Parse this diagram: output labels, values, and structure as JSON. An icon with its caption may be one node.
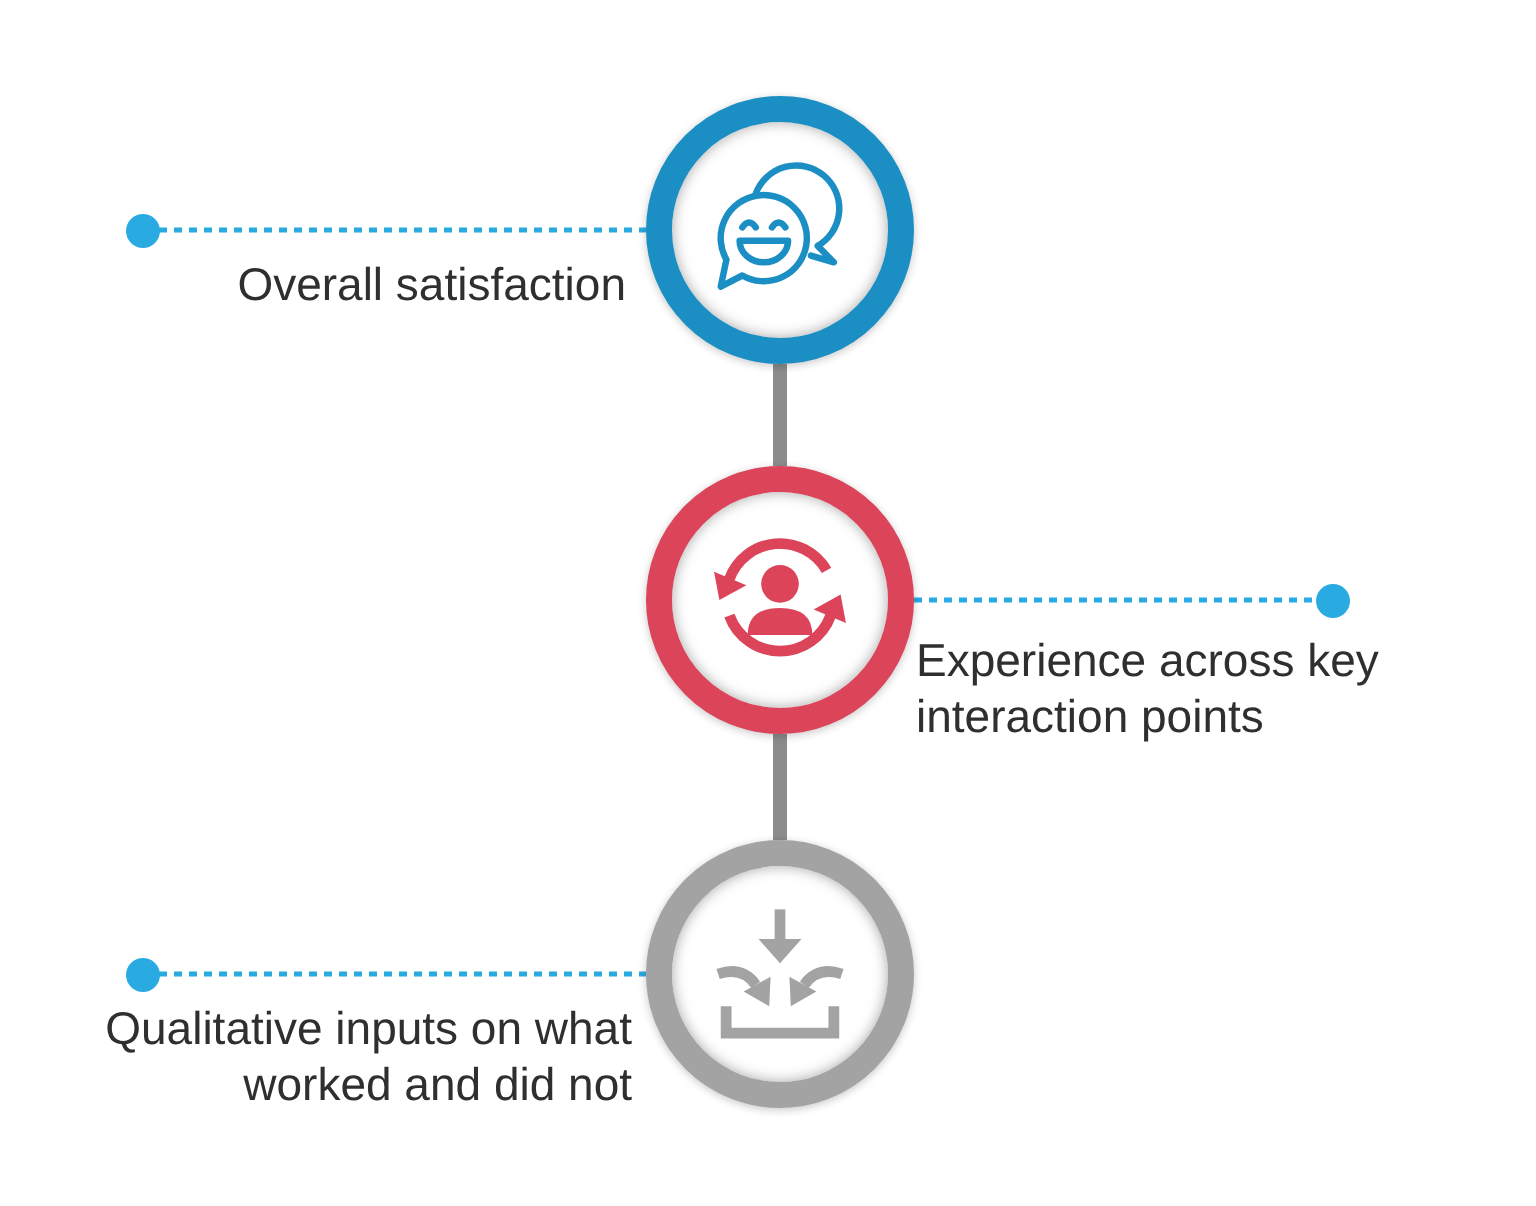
{
  "diagram": {
    "nodes": [
      {
        "text": [],
        "shape": "circle"
      },
      {
        "text": [],
        "shape": "circle"
      },
      {
        "text": [],
        "shape": "circle"
      },
      {
        "text": [],
        "shape": "circle"
      },
      {
        "text": [],
        "shape": "circle"
      },
      {
        "text": [],
        "shape": "circle"
      }
    ],
    "edges": [
      {
        "from": 1,
        "to": 0,
        "arrow": "none",
        "style": "dashed",
        "label": "Overall satisfaction"
      },
      {
        "from": 0,
        "to": 2,
        "arrow": "none",
        "style": "thick",
        "color": "#8c8c8c"
      },
      {
        "from": 2,
        "to": 3,
        "arrow": "none",
        "style": "dashed",
        "label": "Experience across key interaction points"
      },
      {
        "from": 2,
        "to": 4,
        "arrow": "none",
        "style": "thick",
        "color": "#8c8c8c"
      },
      {
        "from": 5,
        "to": 4,
        "arrow": "none",
        "style": "dashed",
        "label": "Qualitative inputs on what worked and did not"
      }
    ]
  }
}
